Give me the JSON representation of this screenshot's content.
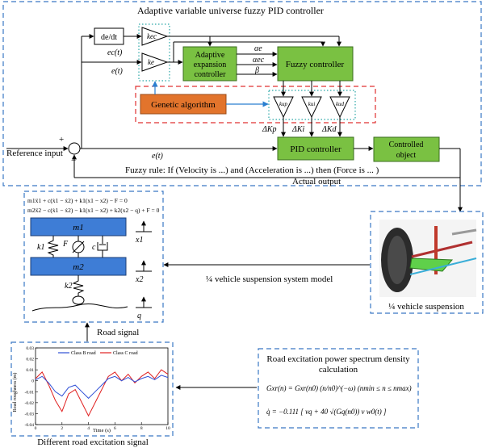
{
  "title": "Adaptive variable universe fuzzy PID controller",
  "blocks": {
    "derivative": "de/dt",
    "adaptive_line1": "Adaptive",
    "adaptive_line2": "expansion",
    "adaptive_line3": "controller",
    "fuzzy": "Fuzzy controller",
    "genetic": "Genetic algorithm",
    "pid": "PID controller",
    "controlled_line1": "Controlled",
    "controlled_line2": "object"
  },
  "gains": {
    "kec": "kec",
    "ke": "ke",
    "kup": "kup",
    "kui": "kui",
    "kud": "kud"
  },
  "signals": {
    "ec": "ec(t)",
    "e_top": "e(t)",
    "e_mid": "e(t)",
    "alpha_e": "αe",
    "alpha_ec": "αec",
    "beta": "β",
    "dkp": "ΔKp",
    "dki": "ΔKi",
    "dkd": "ΔKd",
    "plus": "+",
    "minus": "−"
  },
  "labels": {
    "reference_input": "Reference input",
    "fuzzy_rule": "Fuzzy rule: If (Velocity is ...) and (Acceleration is ...) then (Force is ... )",
    "actual_output": "Actual output",
    "model": "¼ vehicle suspension system model",
    "suspension": "¼ vehicle suspension",
    "road_signal": "Road signal",
    "different_road": "Different road excitation signal",
    "psd_line1": "Road excitation power spectrum density",
    "psd_line2": "calculation"
  },
  "suspension_model": {
    "eq1": "m1ẍ1 + c(ẋ1 − ẋ2) + k1(x1 − x2) − F = 0",
    "eq2": "m2ẍ2 − c(ẋ1 − ẋ2) − k1(x1 − x2) + k2(x2 − q) + F = 0",
    "m1": "m1",
    "m2": "m2",
    "k1": "k1",
    "k2": "k2",
    "F": "F",
    "c": "c",
    "x1": "x1",
    "x2": "x2",
    "q": "q"
  },
  "formulas": {
    "psd": "Gxr(n) = Gxr(n0) (n/n0)^(−ω)   (nmin ≤ n ≤ nmax)",
    "road": "q̇ = −0.111 [ vq + 40 √(Gq(n0)) v w0(t) ]"
  },
  "road_chart": {
    "ylabel": "Road roughness (m)",
    "xlabel": "Time (s)",
    "legend_b": "Class B road",
    "legend_c": "Class C road",
    "yticks": [
      "0.03",
      "0.02",
      "0.01",
      "0",
      "-0.01",
      "-0.02",
      "-0.03",
      "-0.04"
    ],
    "xticks": [
      "0",
      "2",
      "4",
      "6",
      "8",
      "10"
    ],
    "color_b": "#2f4fd6",
    "color_c": "#e02020"
  },
  "chart_data": {
    "type": "line",
    "xlabel": "Time (s)",
    "ylabel": "Road roughness (m)",
    "xlim": [
      0,
      10
    ],
    "ylim": [
      -0.04,
      0.03
    ],
    "x": [
      0,
      0.5,
      1,
      1.5,
      2,
      2.5,
      3,
      3.5,
      4,
      4.5,
      5,
      5.5,
      6,
      6.5,
      7,
      7.5,
      8,
      8.5,
      9,
      9.5,
      10
    ],
    "series": [
      {
        "name": "Class B road",
        "values": [
          0.001,
          0.004,
          -0.002,
          -0.01,
          -0.014,
          -0.006,
          -0.004,
          -0.01,
          -0.016,
          -0.01,
          -0.004,
          0.002,
          0.004,
          0.0,
          0.003,
          -0.001,
          0.002,
          0.004,
          0.001,
          0.005,
          0.003
        ]
      },
      {
        "name": "Class C road",
        "values": [
          0.002,
          0.008,
          -0.004,
          -0.018,
          -0.028,
          -0.012,
          -0.008,
          -0.02,
          -0.032,
          -0.02,
          -0.008,
          0.004,
          0.008,
          0.0,
          0.006,
          -0.002,
          0.004,
          0.008,
          0.002,
          0.01,
          0.006
        ]
      }
    ],
    "legend": "top"
  }
}
